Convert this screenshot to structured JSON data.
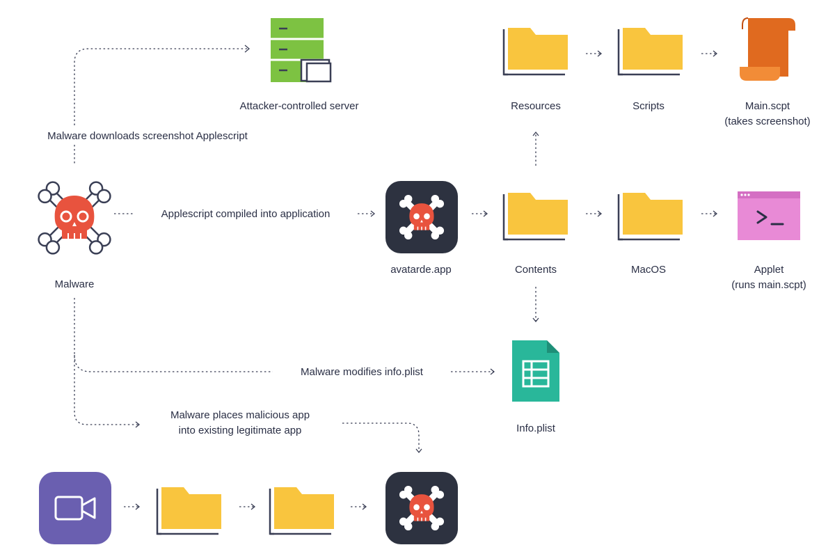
{
  "labels": {
    "server": "Attacker-controlled server",
    "resources": "Resources",
    "scripts": "Scripts",
    "main_scpt": "Main.scpt",
    "main_scpt_note": "(takes screenshot)",
    "malware_downloads": "Malware downloads screenshot Applescript",
    "compiled": "Applescript compiled into application",
    "malware": "Malware",
    "avatarde": "avatarde.app",
    "contents": "Contents",
    "macos": "MacOS",
    "applet": "Applet",
    "applet_note": "(runs main.scpt)",
    "modifies": "Malware modifies info.plist",
    "info_plist": "Info.plist",
    "places_1": "Malware places malicious app",
    "places_2": "into existing legitimate app"
  },
  "colors": {
    "skull": "#e8533e",
    "bones_stroke": "#3a3f55",
    "folder": "#f9c53e",
    "server": "#7dc242",
    "scroll": "#e06a1f",
    "terminal": "#e88ad6",
    "plist": "#29b79a",
    "app_dark": "#2d3240",
    "video_app": "#6a5fb0",
    "arrows": "#3a3f55"
  },
  "icons": {
    "server": "server-icon",
    "malware": "skull-crossbones-icon",
    "folder": "folder-icon",
    "script": "scroll-icon",
    "applet": "terminal-icon",
    "plist": "spreadsheet-file-icon",
    "legit_app": "video-camera-icon"
  }
}
